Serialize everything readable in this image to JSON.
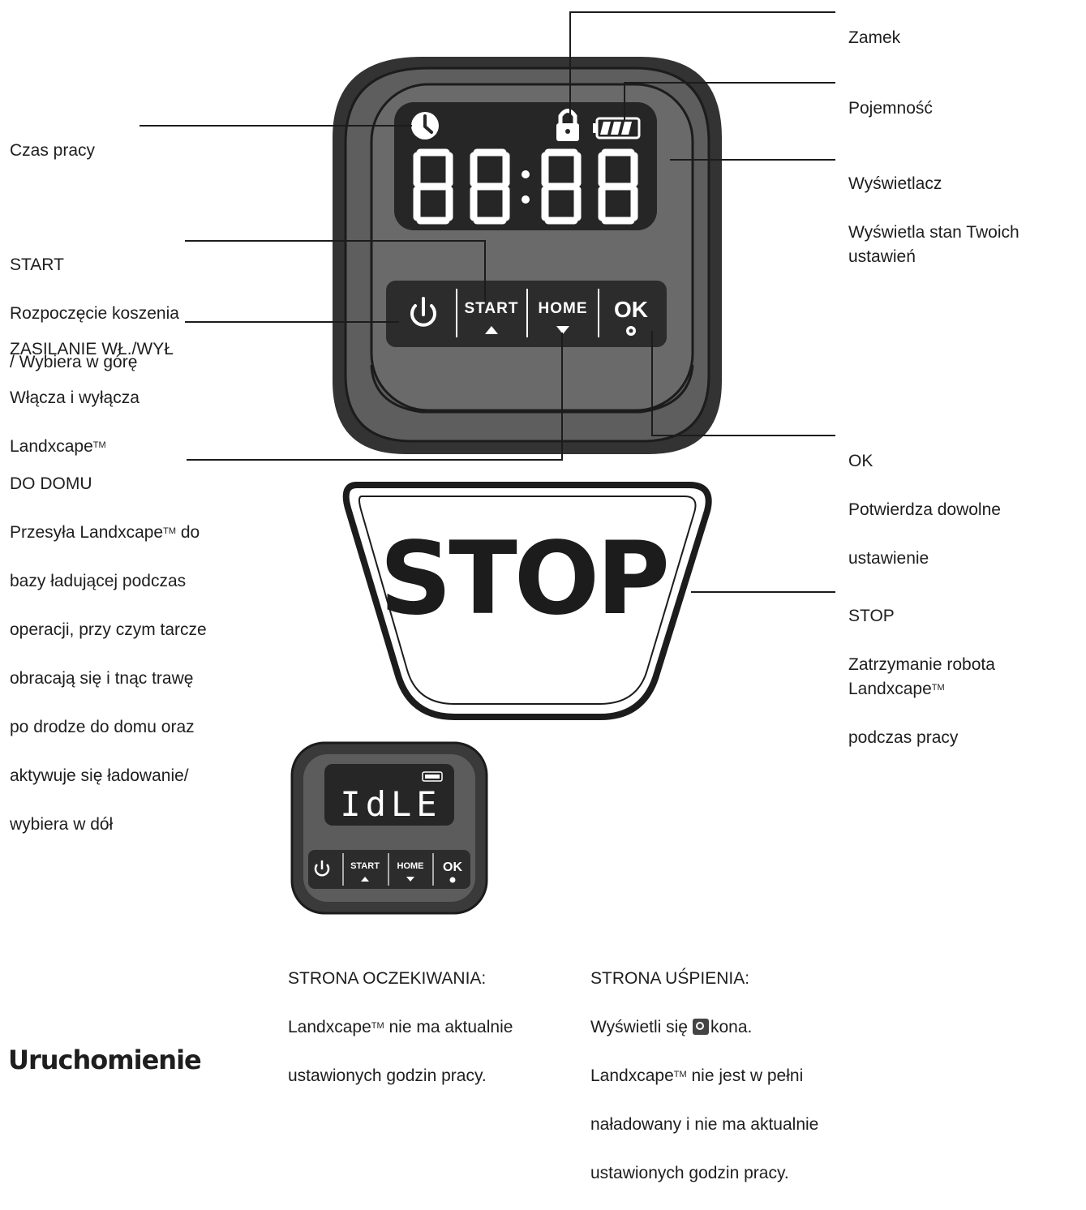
{
  "labels": {
    "lock": "Zamek",
    "capacity": "Pojemność",
    "work_time": "Czas pracy",
    "display_title": "Wyświetlacz",
    "display_desc": "Wyświetla stan Twoich ustawień",
    "start_title": "START",
    "start_desc_1": "Rozpoczęcie koszenia",
    "start_desc_2": "/ Wybiera w górę",
    "power_title": "ZASILANIE WŁ./WYŁ",
    "power_desc_1": "Włącza i wyłącza",
    "power_desc_2": "Landxcape",
    "home_title": "DO DOMU",
    "home_desc_1a": "Przesyła Landxcape",
    "home_desc_1b": " do",
    "home_desc_2": "bazy ładującej podczas",
    "home_desc_3": "operacji, przy czym tarcze",
    "home_desc_4": "obracają się i tnąc trawę",
    "home_desc_5": "po drodze do domu oraz",
    "home_desc_6": "aktywuje się ładowanie/",
    "home_desc_7": "wybiera w dół",
    "ok_title": "OK",
    "ok_desc_1": "Potwierdza dowolne",
    "ok_desc_2": "ustawienie",
    "stop_title": "STOP",
    "stop_desc_1": "Zatrzymanie robota Landxcape",
    "stop_desc_2": "podczas pracy",
    "tm": "TM"
  },
  "panel": {
    "digits": "88:88",
    "btn_start": "START",
    "btn_home": "HOME",
    "btn_ok": "OK",
    "stop_button": "STOP"
  },
  "small_panel": {
    "display_text": "IdLE",
    "btn_start": "START",
    "btn_home": "HOME",
    "btn_ok": "OK"
  },
  "captions": {
    "idle_title": "STRONA OCZEKIWANIA:",
    "idle_1": "Landxcape",
    "idle_1b": " nie ma aktualnie",
    "idle_2": "ustawionych godzin pracy.",
    "sleep_title": "STRONA UŚPIENIA:",
    "sleep_1a": "Wyświetli się",
    "sleep_1b": "kona.",
    "sleep_2a": "Landxcape",
    "sleep_2b": " nie jest w pełni",
    "sleep_3": "naładowany i nie ma aktualnie",
    "sleep_4": "ustawionych godzin pracy."
  },
  "section_heading": "Uruchomienie",
  "colors": {
    "panel_dark": "#3a3a3a",
    "panel_mid": "#5c5c5c",
    "panel_bezel": "#686868",
    "screen": "#2b2b2b",
    "button_strip": "#2e2e2e",
    "text_white": "#ffffff"
  },
  "icons": [
    "clock-icon",
    "lock-icon",
    "battery-icon",
    "power-icon",
    "gear-icon",
    "arrow-up-icon",
    "arrow-down-icon"
  ]
}
